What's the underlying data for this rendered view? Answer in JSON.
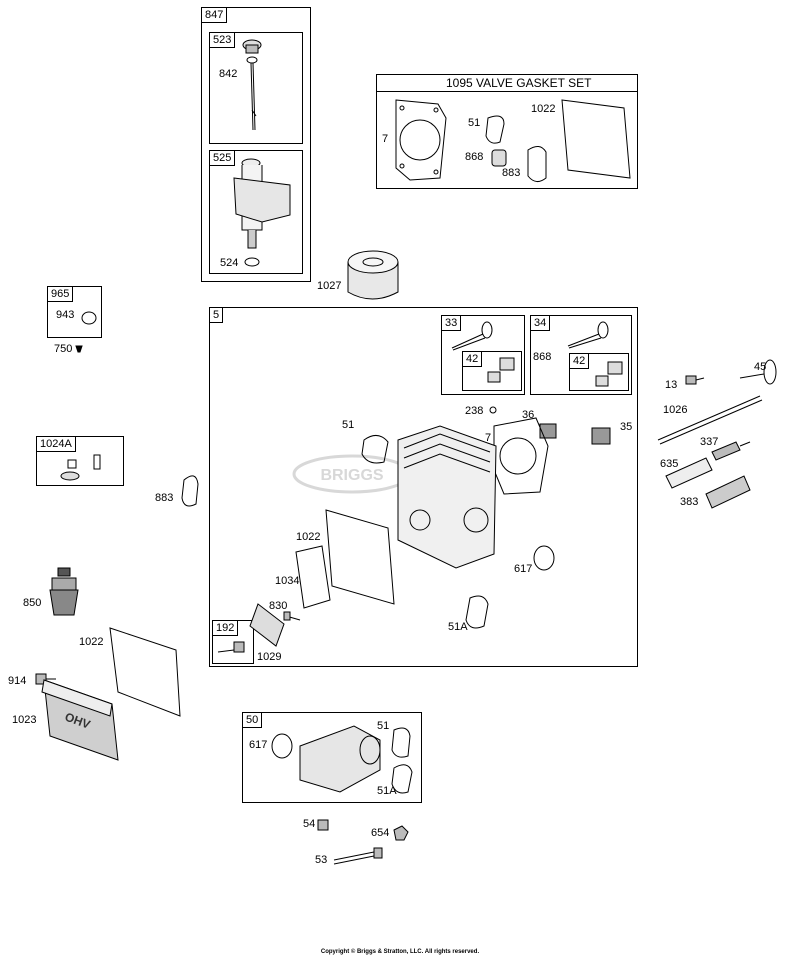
{
  "colors": {
    "ink": "#000000",
    "watermark": "#d8d8d8"
  },
  "watermark": "BRIGGS",
  "copyright": "Copyright © Briggs & Stratton, LLC. All rights reserved.",
  "valve_gasket_set_title": "1095 VALVE GASKET SET",
  "box_tags": {
    "b847": "847",
    "b523": "523",
    "b525": "525",
    "b965": "965",
    "b1024a": "1024A",
    "b5": "5",
    "b33": "33",
    "b42a": "42",
    "b34": "34",
    "b42b": "42",
    "b192": "192",
    "b50": "50"
  },
  "labels": {
    "l842": "842",
    "l524": "524",
    "l1027": "1027",
    "l7a": "7",
    "l51a": "51",
    "l1022a": "1022",
    "l868a": "868",
    "l883a": "883",
    "l943": "943",
    "l750": "750",
    "l883b": "883",
    "l850": "850",
    "l1022b": "1022",
    "l914": "914",
    "l1023": "1023",
    "l238": "238",
    "l36": "36",
    "l7b": "7",
    "l35": "35",
    "l51b": "51",
    "l868b": "868",
    "l1022c": "1022",
    "l1034": "1034",
    "l830": "830",
    "l1029": "1029",
    "l617a": "617",
    "l51ab": "51A",
    "l13": "13",
    "l45": "45",
    "l1026": "1026",
    "l337": "337",
    "l635": "635",
    "l383": "383",
    "l617b": "617",
    "l51c": "51",
    "l51ac": "51A",
    "l54": "54",
    "l654": "654",
    "l53": "53"
  }
}
